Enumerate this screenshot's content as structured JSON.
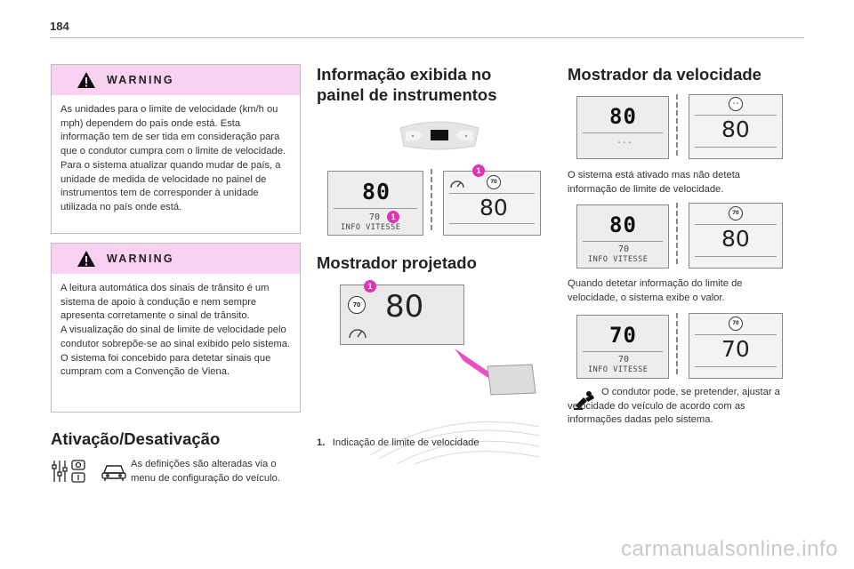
{
  "page": {
    "number": "184"
  },
  "warnings": [
    {
      "title": "WARNING",
      "text": "As unidades para o limite de velocidade (km/h ou mph) dependem do país onde está. Esta informação tem de ser tida em consideração para que o condutor cumpra com o limite de velocidade.\nPara o sistema atualizar quando mudar de país, a unidade de medida de velocidade no painel de instrumentos tem de corresponder à unidade utilizada no país onde está."
    },
    {
      "title": "WARNING",
      "text": "A leitura automática dos sinais de trânsito é um sistema de apoio à condução e nem sempre apresenta corretamente o sinal de trânsito.\nA visualização do sinal de limite de velocidade pelo condutor sobrepõe-se ao sinal exibido pelo sistema.\nO sistema foi concebido para detetar sinais que cumpram com a Convenção de Viena."
    }
  ],
  "activation": {
    "heading": "Ativação/Desativação",
    "text": "As definições são alteradas via o menu de configuração do veículo."
  },
  "instrument_panel": {
    "heading": "Informação exibida no painel de instrumentos",
    "cluster_speed": "80",
    "cluster_limit": "70",
    "cluster_label": "INFO VITESSE",
    "sign_value": "70",
    "right_speed": "80",
    "callout": "1"
  },
  "head_up": {
    "heading": "Mostrador projetado",
    "speed": "80",
    "sign_value": "70",
    "callout": "1",
    "legend_number": "1.",
    "legend_text": "Indicação de limite de velocidade"
  },
  "speed_display": {
    "heading": "Mostrador da velocidade",
    "panel1": {
      "speed": "80",
      "limit": "---",
      "sign_value": "- -",
      "right_speed": "80"
    },
    "text1": "O sistema está ativado mas não deteta informação de limite de velocidade.",
    "panel2": {
      "speed": "80",
      "limit": "70",
      "label": "INFO VITESSE",
      "sign_value": "70",
      "right_speed": "80"
    },
    "text2": "Quando detetar informação do limite de velocidade, o sistema exibe o valor.",
    "panel3": {
      "speed": "70",
      "limit": "70",
      "label": "INFO VITESSE",
      "sign_value": "70",
      "right_speed": "70"
    },
    "tip_text": "O condutor pode, se pretender, ajustar a velocidade do veículo de acordo com as informações dadas pelo sistema."
  },
  "watermark": "carmanualsonline.info",
  "colors": {
    "accent": "#e62fb9",
    "warning_header": "#f8d2f0"
  }
}
